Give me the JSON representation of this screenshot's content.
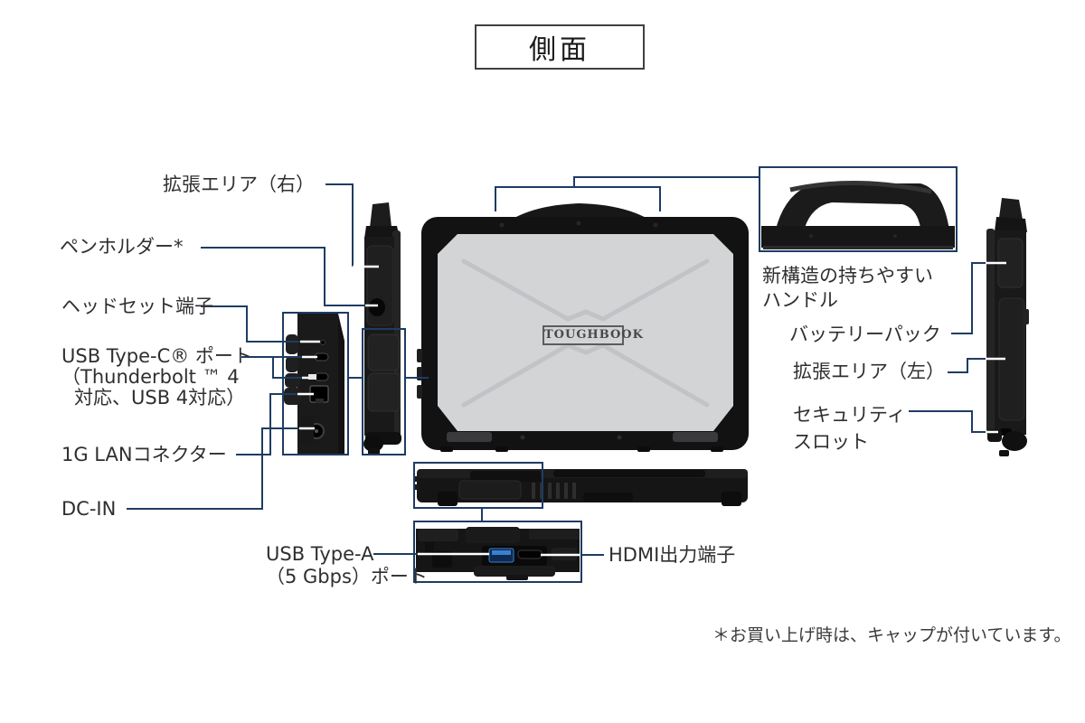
{
  "title": "側面",
  "badge": "TOUGHBOOK",
  "footnote": "＊お買い上げ時は、キャップが付いています。",
  "labels": {
    "expansion_right": "拡張エリア（右）",
    "pen_holder": "ペンホルダー*",
    "headset": "ヘッドセット端子",
    "usb_c_line1": "USB Type-C® ポート",
    "usb_c_line2": "（Thunderbolt ™ 4",
    "usb_c_line3": "対応、USB 4対応）",
    "lan": "1G LANコネクター",
    "dc_in": "DC-IN",
    "handle_line1": "新構造の持ちやすい",
    "handle_line2": "ハンドル",
    "battery": "バッテリーパック",
    "expansion_left": "拡張エリア（左）",
    "security_line1": "セキュリティ",
    "security_line2": "スロット",
    "usb_a_line1": "USB Type-A",
    "usb_a_line2": "（5 Gbps）ポート",
    "hdmi": "HDMI出力端子"
  },
  "colors": {
    "callout_blue": "#1e3c64",
    "label_text": "#2f2f2f",
    "usb_port_blue": "#3b7fd0",
    "laptop_body": "#161616",
    "lid_silver": "#d3d4d6"
  }
}
